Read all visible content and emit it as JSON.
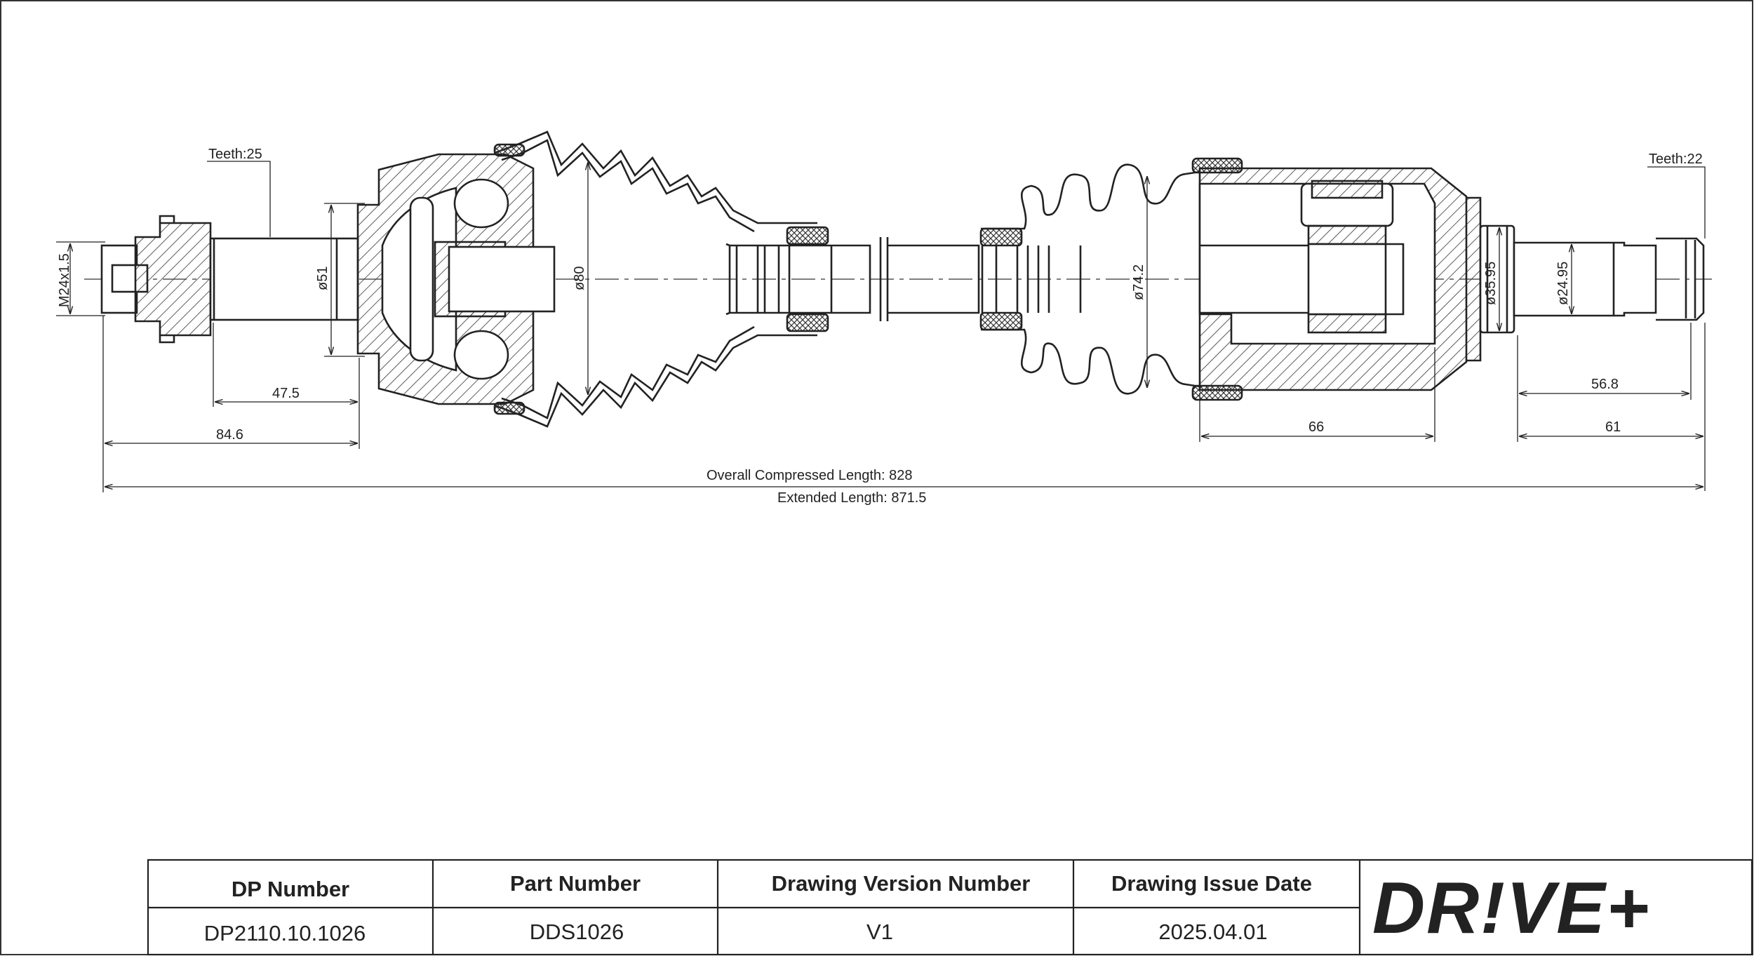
{
  "dimensions": {
    "teeth_left": "Teeth:25",
    "teeth_right": "Teeth:22",
    "thread": "M24x1.5",
    "dia_51": "ø51",
    "dia_80": "ø80",
    "dia_74_2": "ø74.2",
    "dia_35_95": "ø35.95",
    "dia_24_95": "ø24.95",
    "len_47_5": "47.5",
    "len_84_6": "84.6",
    "len_66": "66",
    "len_56_8": "56.8",
    "len_61": "61",
    "overall_compressed": "Overall  Compressed  Length: 828",
    "extended": "Extended  Length: 871.5"
  },
  "title_block": {
    "headers": [
      "DP Number",
      "Part Number",
      "Drawing Version Number",
      "Drawing Issue Date"
    ],
    "values": [
      "DP2110.10.1026",
      "DDS1026",
      "V1",
      "2025.04.01"
    ]
  },
  "logo": {
    "text": "DR!VE+",
    "color": "#f47920"
  }
}
